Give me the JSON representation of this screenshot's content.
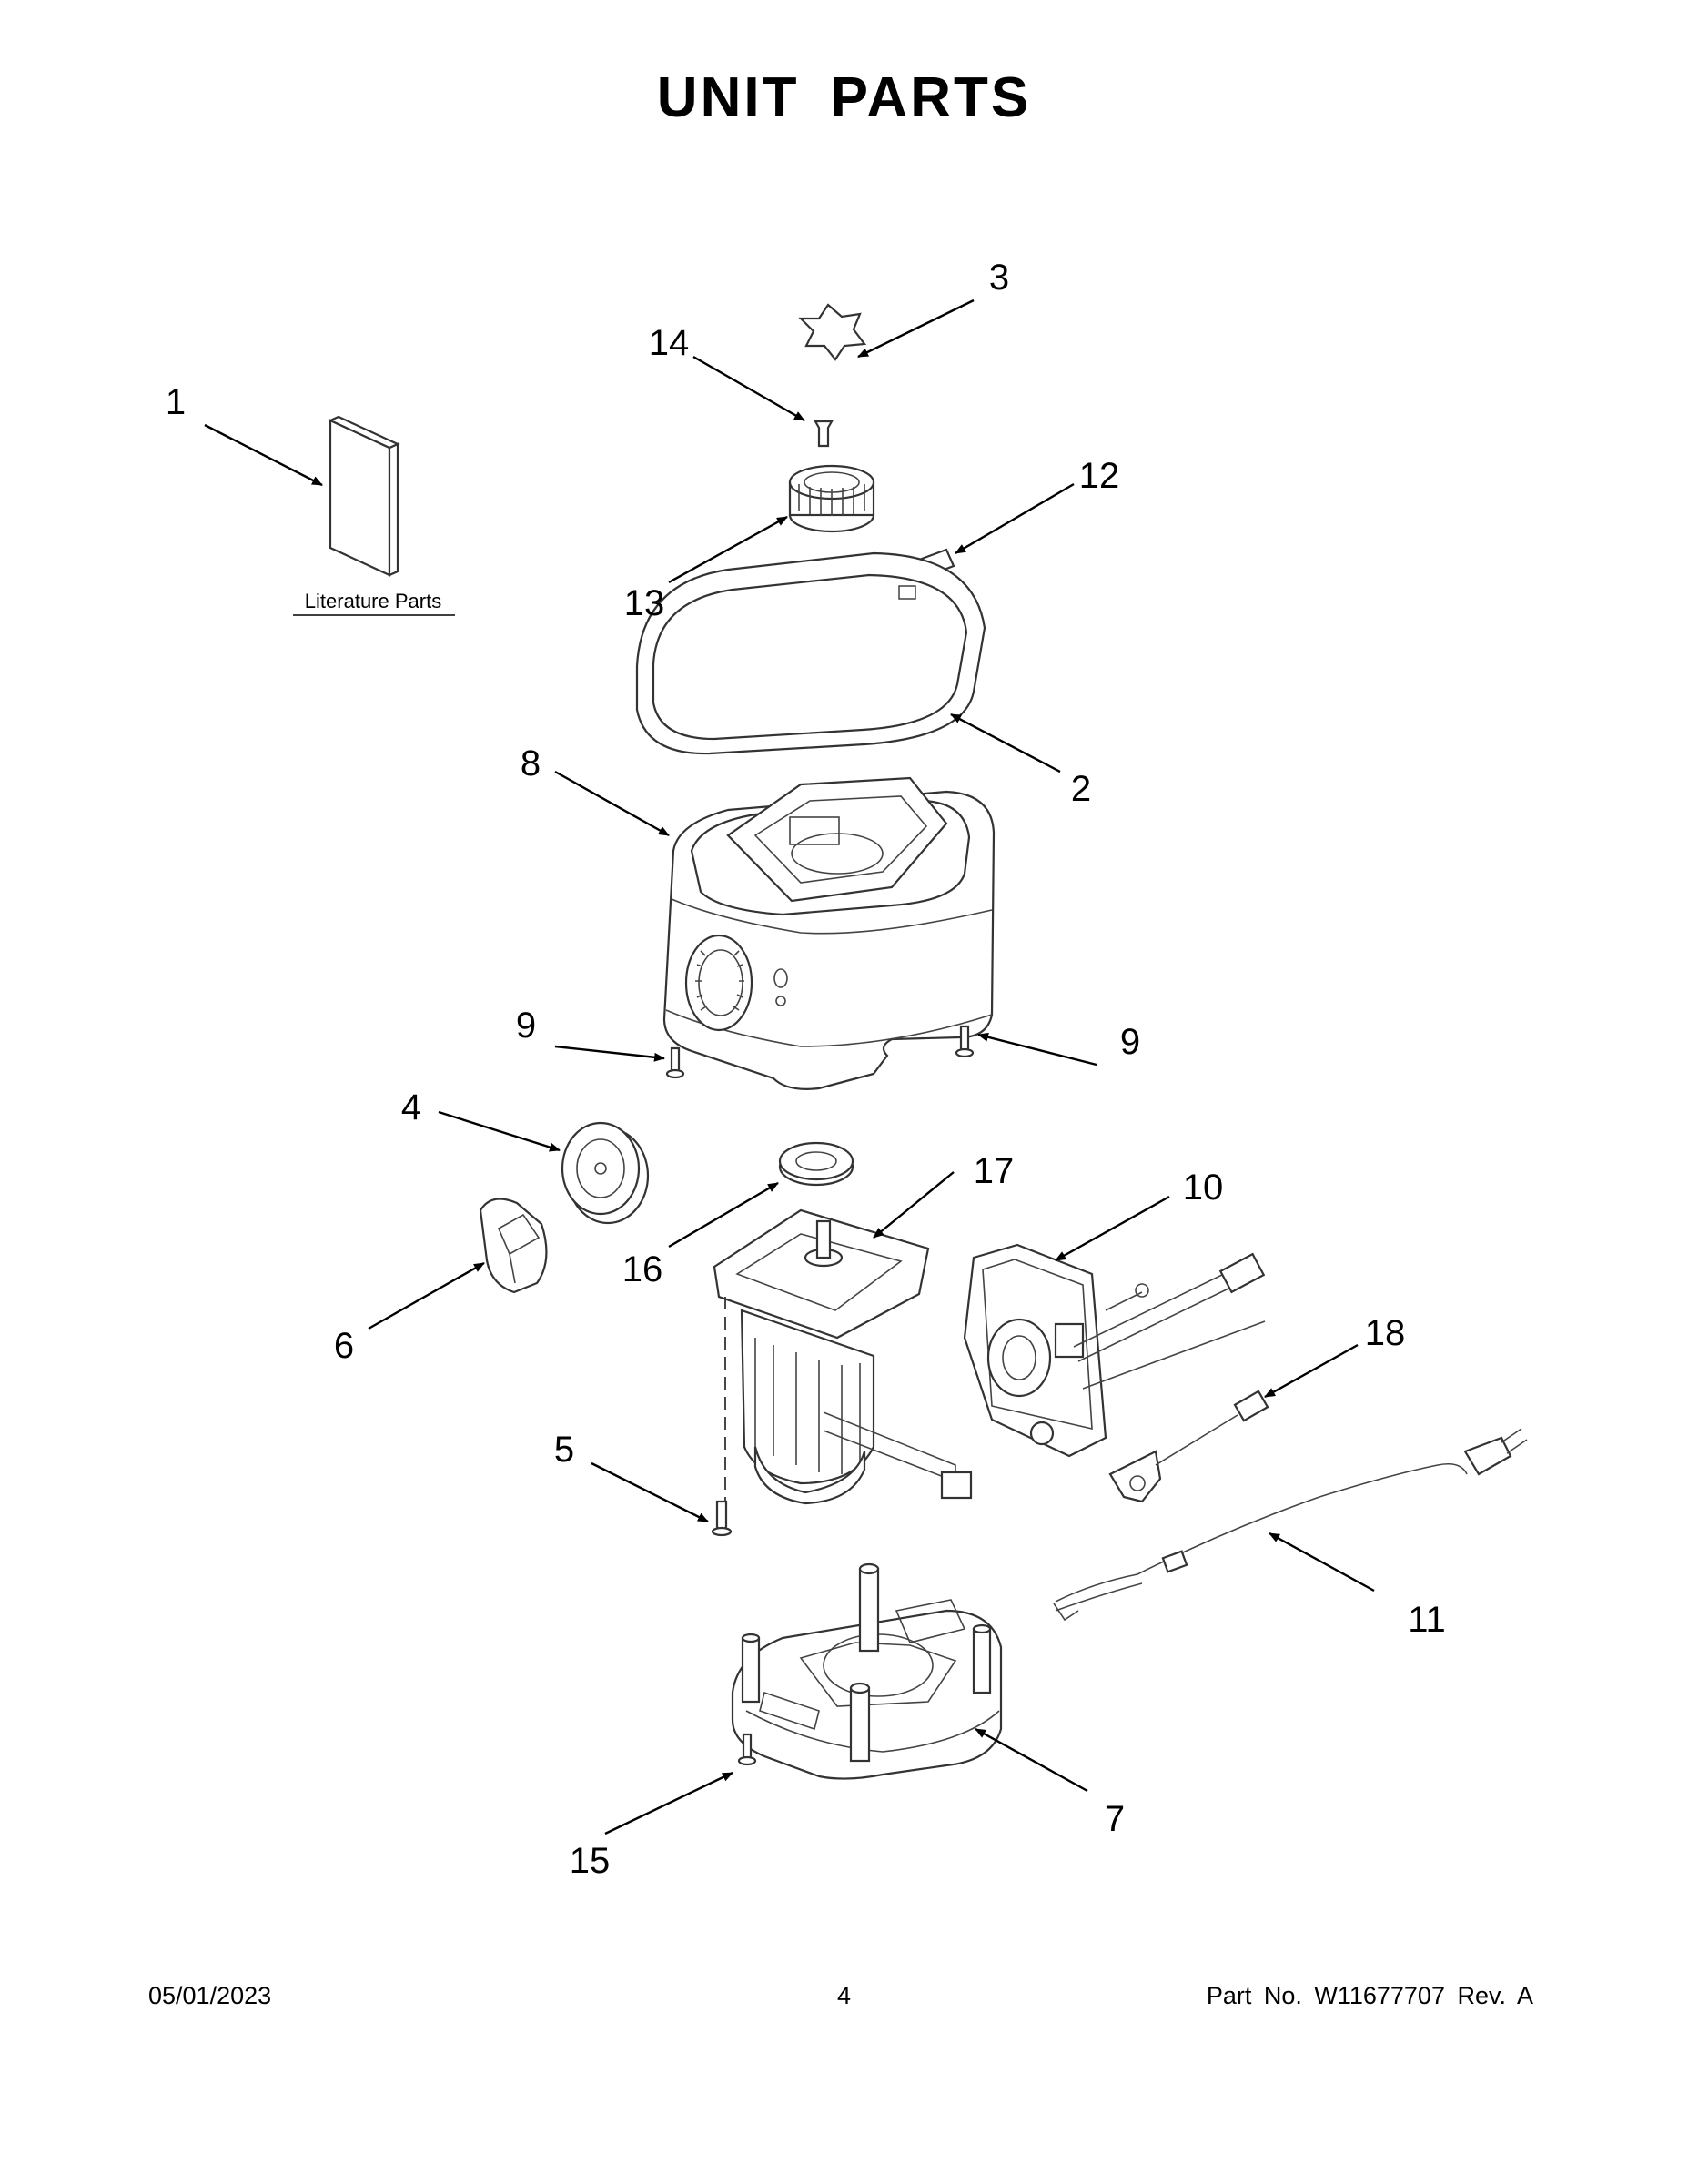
{
  "page": {
    "title": "UNIT PARTS",
    "footer_date": "05/01/2023",
    "footer_page": "4",
    "footer_part": "Part No.  W11677707  Rev.  A"
  },
  "diagram": {
    "literature_label": "Literature Parts",
    "callouts": [
      {
        "id": "c1",
        "label": "1"
      },
      {
        "id": "c2",
        "label": "2"
      },
      {
        "id": "c3",
        "label": "3"
      },
      {
        "id": "c4",
        "label": "4"
      },
      {
        "id": "c5",
        "label": "5"
      },
      {
        "id": "c6",
        "label": "6"
      },
      {
        "id": "c7",
        "label": "7"
      },
      {
        "id": "c8",
        "label": "8"
      },
      {
        "id": "c9a",
        "label": "9"
      },
      {
        "id": "c9b",
        "label": "9"
      },
      {
        "id": "c10",
        "label": "10"
      },
      {
        "id": "c11",
        "label": "11"
      },
      {
        "id": "c12",
        "label": "12"
      },
      {
        "id": "c13",
        "label": "13"
      },
      {
        "id": "c14",
        "label": "14"
      },
      {
        "id": "c15",
        "label": "15"
      },
      {
        "id": "c16",
        "label": "16"
      },
      {
        "id": "c17",
        "label": "17"
      },
      {
        "id": "c18",
        "label": "18"
      }
    ]
  }
}
